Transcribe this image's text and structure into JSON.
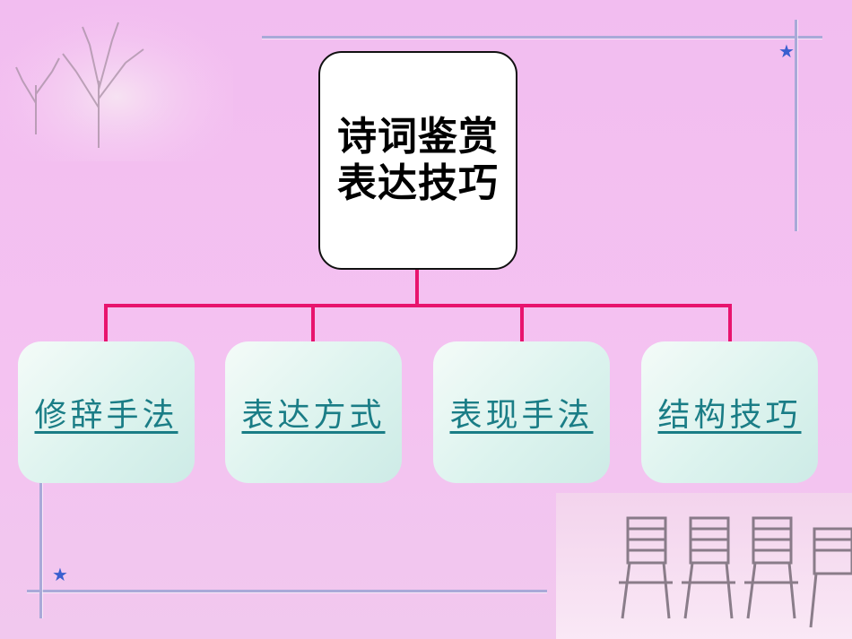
{
  "root": {
    "line1": "诗词鉴赏",
    "line2": "表达技巧"
  },
  "children": [
    {
      "label": "修辞手法"
    },
    {
      "label": "表达方式"
    },
    {
      "label": "表现手法"
    },
    {
      "label": "结构技巧"
    }
  ],
  "colors": {
    "background": "#f4c2f1",
    "connector": "#e8146e",
    "child_text": "#1a7d86",
    "frame_line": "#a9a9d8",
    "star": "#3a5fcf"
  },
  "icons": [
    "tree-illustration",
    "chairs-illustration",
    "star-icon"
  ]
}
